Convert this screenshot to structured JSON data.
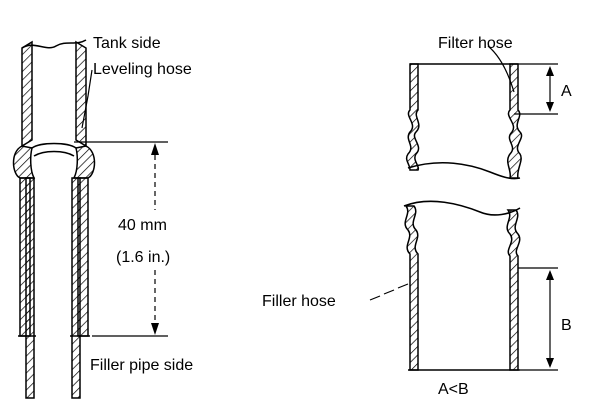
{
  "left_diagram": {
    "tank_side_label": "Tank side",
    "leveling_hose_label": "Leveling hose",
    "dimension_label": "40 mm",
    "dimension_sub_label": "(1.6 in.)",
    "filler_pipe_label": "Filler pipe side"
  },
  "right_diagram": {
    "filter_hose_label": "Filter hose",
    "dim_a_label": "A",
    "filler_hose_label": "Filler hose",
    "dim_b_label": "B",
    "relation_label": "A<B"
  }
}
